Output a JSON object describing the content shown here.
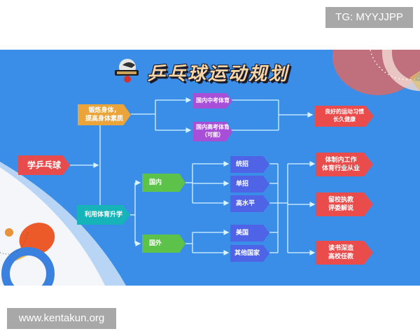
{
  "watermarks": {
    "top": "TG: MYYJJPP",
    "bottom": "www.kentakun.org"
  },
  "diagram": {
    "title": "乒乓球运动规划",
    "logo_icon": "eagle-pingpong-logo-icon",
    "colors": {
      "background": "#3a8ee8",
      "start": "#e84b4b",
      "fitness": "#eaa43a",
      "exam": "#a84fd8",
      "admission": "#16b4b8",
      "region": "#5cc24a",
      "route": "#4f63e6",
      "outcome": "#ea4c4c",
      "connector": "#d8f4ff"
    },
    "nodes": {
      "start": "学乒乓球",
      "fitness": [
        "锻炼身体，",
        "提高身体素质"
      ],
      "zhongkao": "国内中考体育",
      "gaokao": [
        "国内高考体育",
        "（可能）"
      ],
      "habit": [
        "良好的运动习惯",
        "长久健康"
      ],
      "admission": "利用体育升学",
      "domestic": "国内",
      "abroad": "国外",
      "tongzhao": "统招",
      "danzhao": "单招",
      "gaoshuiping": "高水平",
      "usa": "美国",
      "other": "其他国家",
      "career1": [
        "体制内工作",
        "体育行业从业"
      ],
      "career2": [
        "留校执教",
        "评委解说"
      ],
      "career3": [
        "读书深造",
        "高校任教"
      ]
    }
  }
}
